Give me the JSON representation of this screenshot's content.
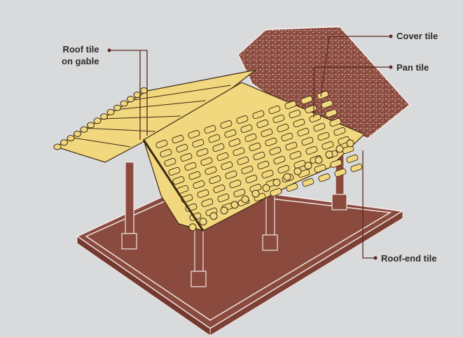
{
  "labels": {
    "roof_tile_on_gable_line1": "Roof tile",
    "roof_tile_on_gable_line2": "on gable",
    "cover_tile": "Cover tile",
    "pan_tile": "Pan tile",
    "roof_end_tile": "Roof-end tile"
  },
  "colors": {
    "background": "#d9dadb",
    "platform": "#8a4a3e",
    "platform_edge": "#f0e6e2",
    "timber": "#8a4a3e",
    "tile_yellow": "#f1d77e",
    "tile_outline": "#3a2a12",
    "clay_roof": "#8c4b3f",
    "leader_line": "#5b2a22"
  },
  "icons": [
    "leader-dot"
  ]
}
